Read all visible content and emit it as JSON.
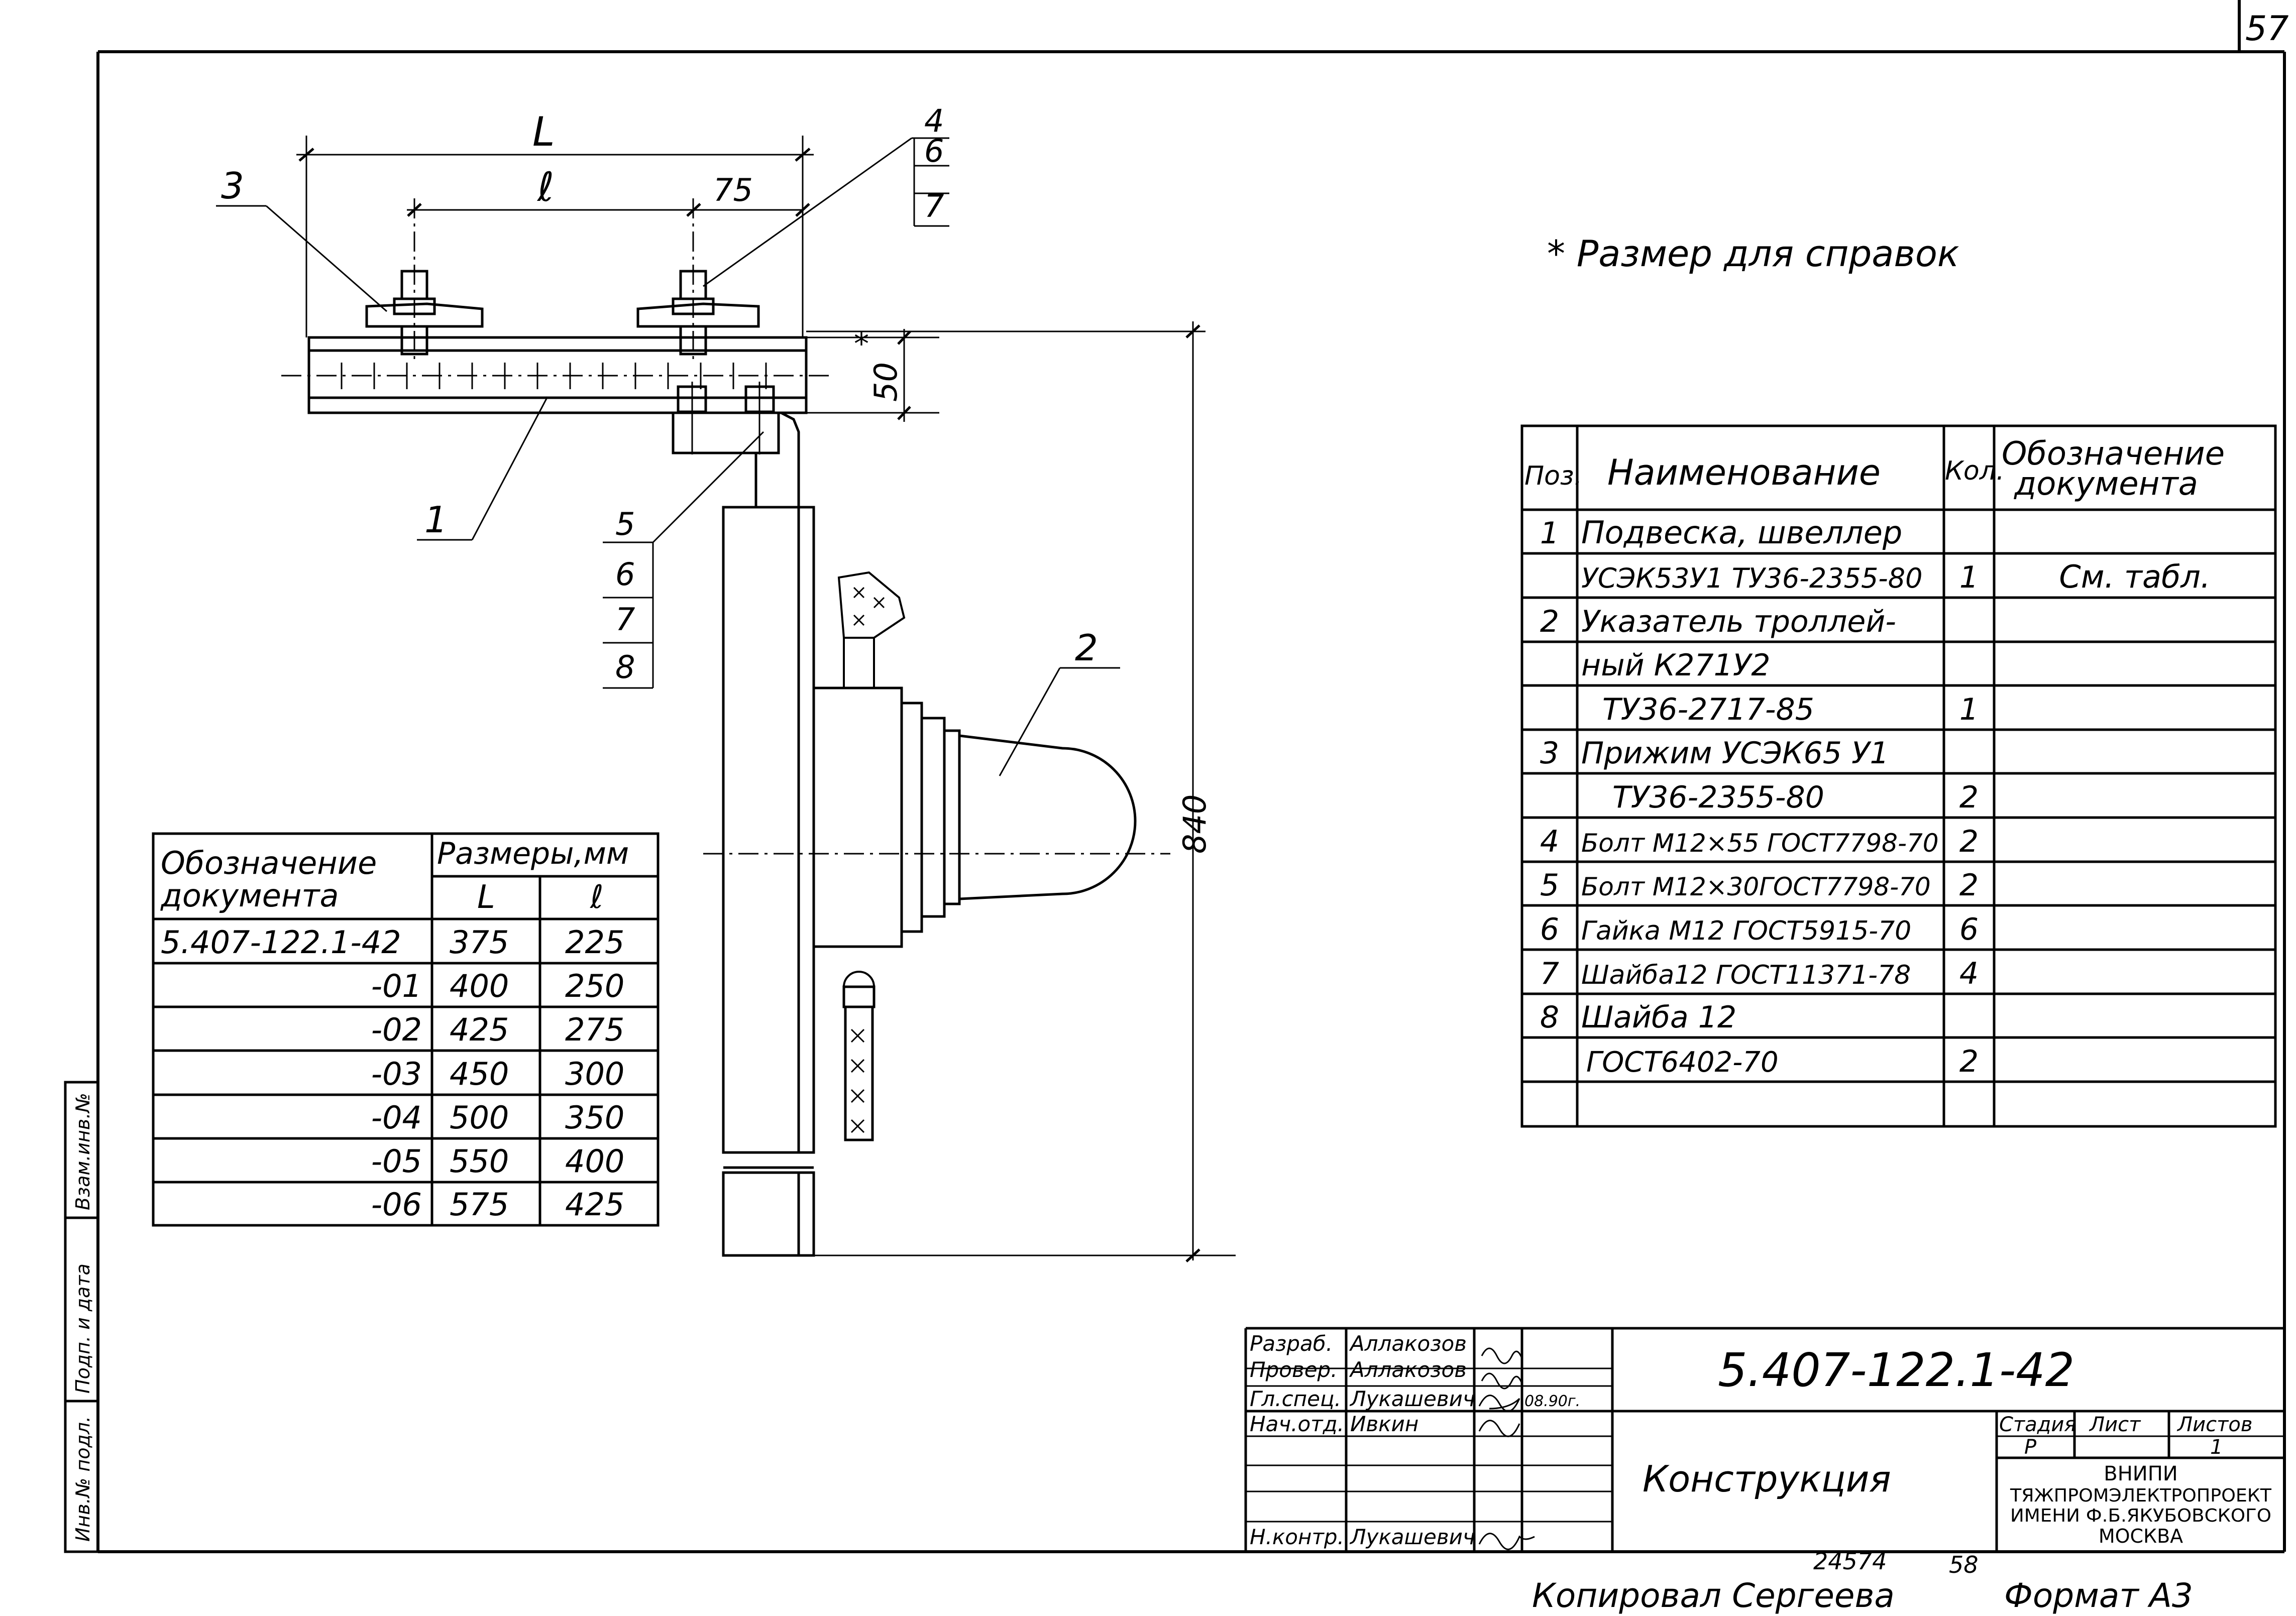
{
  "sheet_number": "57",
  "note": "* Размер для справок",
  "drawing": {
    "dim_L": "L",
    "dim_l": "ℓ",
    "dim_75": "75",
    "dim_50": "50",
    "dim_50_mark": "*",
    "dim_840": "840",
    "callout_1": "1",
    "callout_2": "2",
    "callout_3": "3",
    "callout_4": [
      "4",
      "6",
      "7"
    ],
    "callout_5": [
      "5",
      "6",
      "7",
      "8"
    ]
  },
  "sizes_table": {
    "header_doc": [
      "Обозначение",
      "документа"
    ],
    "header_sizes": "Размеры,мм",
    "sub_L": "L",
    "sub_l": "ℓ",
    "rows": [
      {
        "doc": "5.407-122.1-42",
        "L": "375",
        "l": "225"
      },
      {
        "doc": "-01",
        "L": "400",
        "l": "250"
      },
      {
        "doc": "-02",
        "L": "425",
        "l": "275"
      },
      {
        "doc": "-03",
        "L": "450",
        "l": "300"
      },
      {
        "doc": "-04",
        "L": "500",
        "l": "350"
      },
      {
        "doc": "-05",
        "L": "550",
        "l": "400"
      },
      {
        "doc": "-06",
        "L": "575",
        "l": "425"
      }
    ]
  },
  "spec_table": {
    "headers": {
      "pos": "Поз.",
      "name": "Наименование",
      "qty": "Кол.",
      "doc": [
        "Обозначение",
        "документа"
      ]
    },
    "rows": [
      {
        "pos": "1",
        "name": "Подвеска, швеллер",
        "qty": "",
        "doc": ""
      },
      {
        "pos": "",
        "name": "УСЭК53У1 ТУ36-2355-80",
        "qty": "1",
        "doc": "См. табл."
      },
      {
        "pos": "2",
        "name": "Указатель троллей-",
        "qty": "",
        "doc": ""
      },
      {
        "pos": "",
        "name": "ный К271У2",
        "qty": "",
        "doc": ""
      },
      {
        "pos": "",
        "name": "ТУ36-2717-85",
        "qty": "1",
        "doc": ""
      },
      {
        "pos": "3",
        "name": "Прижим УСЭК65 У1",
        "qty": "",
        "doc": ""
      },
      {
        "pos": "",
        "name": "ТУ36-2355-80",
        "qty": "2",
        "doc": ""
      },
      {
        "pos": "4",
        "name": "Болт М12×55 ГОСТ7798-70",
        "qty": "2",
        "doc": ""
      },
      {
        "pos": "5",
        "name": "Болт М12×30ГОСТ7798-70",
        "qty": "2",
        "doc": ""
      },
      {
        "pos": "6",
        "name": "Гайка М12 ГОСТ5915-70",
        "qty": "6",
        "doc": ""
      },
      {
        "pos": "7",
        "name": "Шайба12 ГОСТ11371-78",
        "qty": "4",
        "doc": ""
      },
      {
        "pos": "8",
        "name": "Шайба 12",
        "qty": "",
        "doc": ""
      },
      {
        "pos": "",
        "name": "ГОСТ6402-70",
        "qty": "2",
        "doc": ""
      },
      {
        "pos": "",
        "name": "",
        "qty": "",
        "doc": ""
      }
    ]
  },
  "title_block": {
    "roles": [
      {
        "role": "Разраб.",
        "name": "Аллакозов",
        "date": ""
      },
      {
        "role": "Провер.",
        "name": "Аллакозов",
        "date": ""
      },
      {
        "role": "Гл.спец.",
        "name": "Лукашевич",
        "date": "08.90г."
      },
      {
        "role": "Нач.отд.",
        "name": "Ивкин",
        "date": ""
      },
      {
        "role": "Н.контр.",
        "name": "Лукашевич",
        "date": ""
      }
    ],
    "code": "5.407-122.1-42",
    "title": "Конструкция",
    "stage_label": "Стадия",
    "sheet_label": "Лист",
    "sheets_label": "Листов",
    "stage": "Р",
    "sheets": "1",
    "org": [
      "ВНИПИ",
      "ТЯЖПРОМЭЛЕКТРОПРОЕКТ",
      "ИМЕНИ Ф.Б.ЯКУБОВСКОГО",
      "МОСКВА"
    ]
  },
  "side_stamp": [
    "Инв.№ подл.",
    "Подп. и дата",
    "Взам.инв.№"
  ],
  "footer": {
    "archive_no": "24574",
    "archive_sheet": "58",
    "copied_by": "Копировал Сергеева",
    "format": "Формат А3"
  }
}
